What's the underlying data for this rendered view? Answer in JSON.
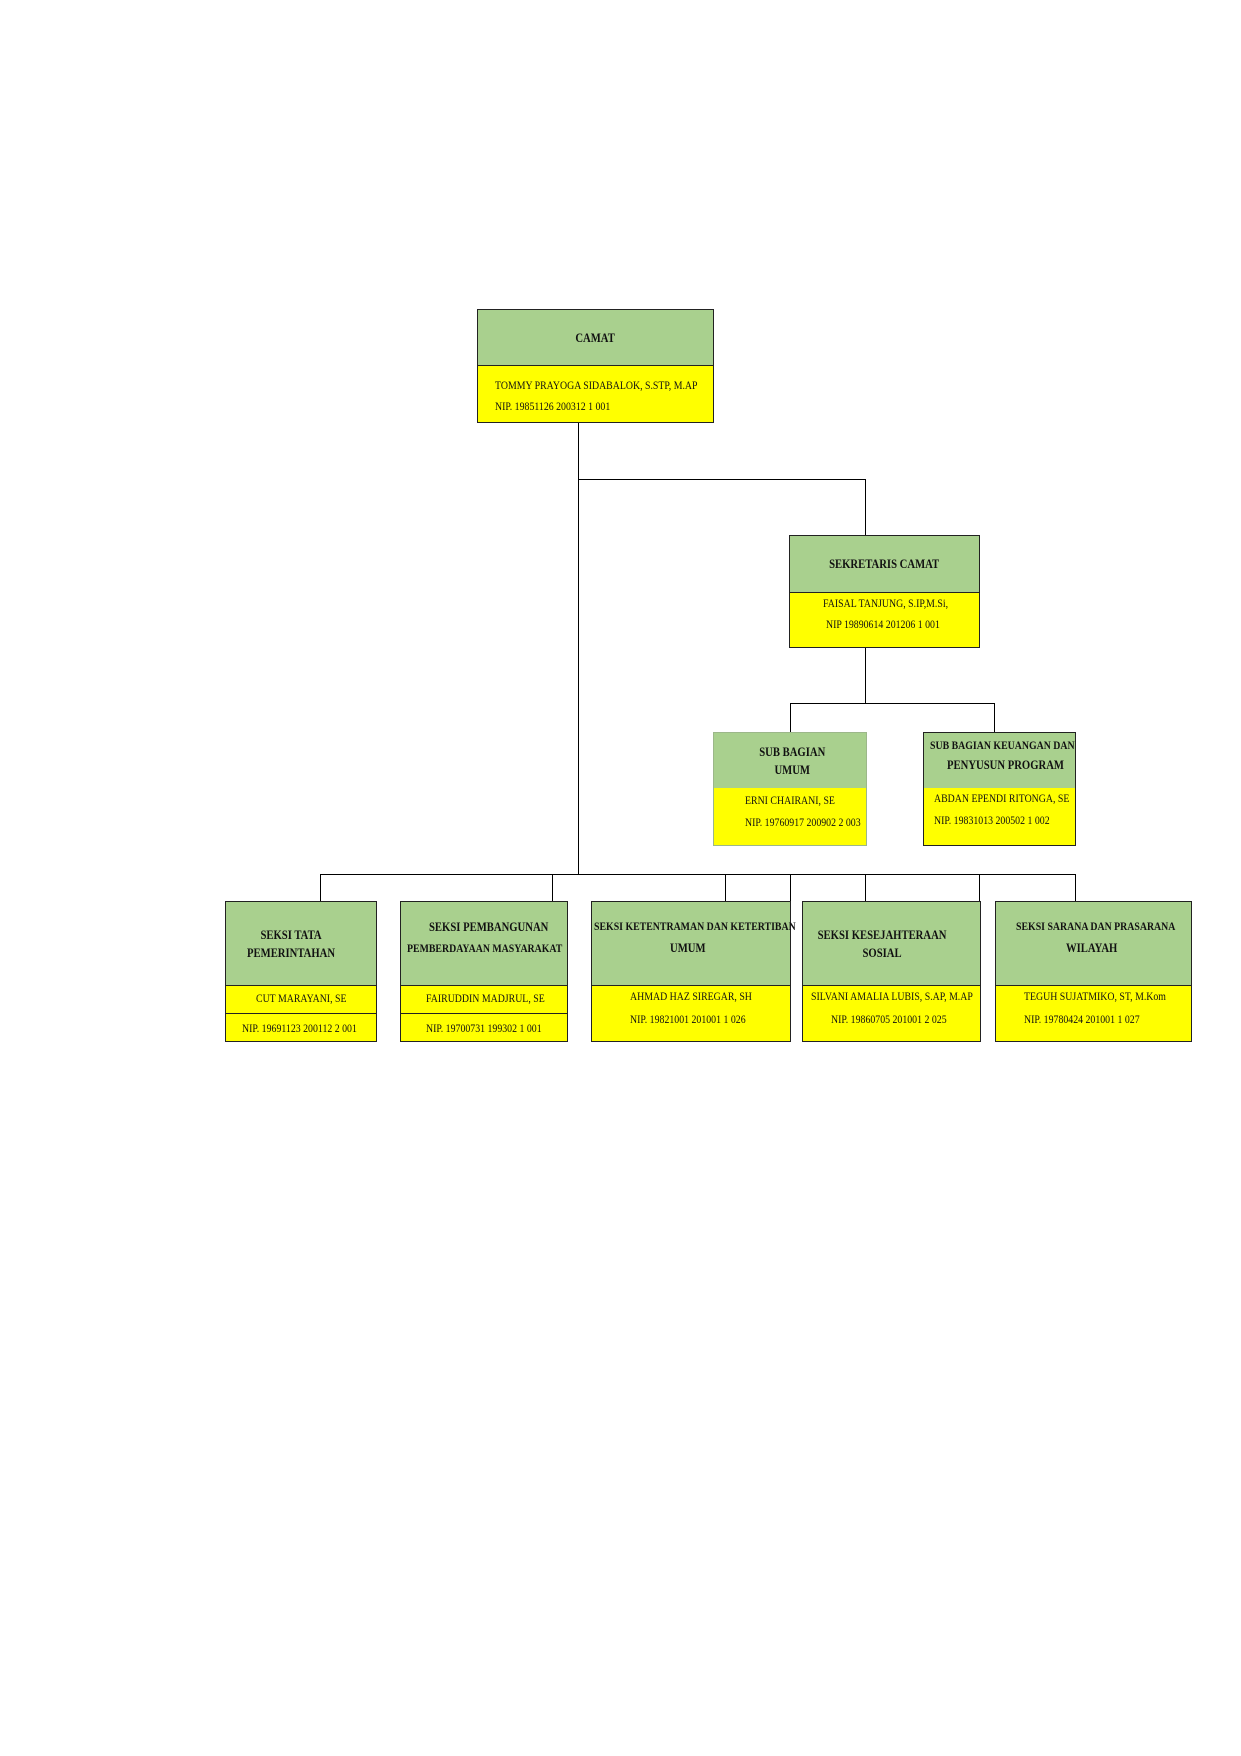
{
  "camat": {
    "title": "CAMAT",
    "name": "TOMMY PRAYOGA SIDABALOK, S.STP, M.AP",
    "nip": "NIP. 19851126 200312 1 001"
  },
  "sekretaris": {
    "title": "SEKRETARIS CAMAT",
    "name": "FAISAL TANJUNG, S.IP,M.Si,",
    "nip": "NIP 19890614 201206 1 001"
  },
  "sub_umum": {
    "title": "SUB BAGIAN UMUM",
    "name": "ERNI CHAIRANI, SE",
    "nip": "NIP. 19760917 200902 2 003"
  },
  "sub_keuangan": {
    "title_line1": "SUB BAGIAN KEUANGAN DAN",
    "title_line2": "PENYUSUN PROGRAM",
    "name": "ABDAN EPENDI RITONGA, SE",
    "nip": "NIP. 19831013 200502 1 002"
  },
  "seksi_pemerintahan": {
    "title": "SEKSI TATA PEMERINTAHAN",
    "name": "CUT MARAYANI,  SE",
    "nip": "NIP. 19691123  200112  2  001"
  },
  "seksi_pembangunan": {
    "title_line1": "SEKSI PEMBANGUNAN",
    "title_line2": "PEMBERDAYAAN MASYARAKAT",
    "name": "FAIRUDDIN MADJRUL,  SE",
    "nip": "NIP.  19700731  199302  1  001"
  },
  "seksi_ketentraman": {
    "title_line1": "SEKSI KETENTRAMAN DAN KETERTIBAN",
    "title_line2": "UMUM",
    "name": "AHMAD HAZ SIREGAR, SH",
    "nip": "NIP. 19821001  201001  1  026"
  },
  "seksi_kesejahteraan": {
    "title": "SEKSI  KESEJAHTERAAN  SOSIAL",
    "name": "SILVANI AMALIA LUBIS, S.AP, M.AP",
    "nip": "NIP. 19860705  201001  2  025"
  },
  "seksi_sarana": {
    "title_line1": "SEKSI SARANA DAN PRASARANA",
    "title_line2": "WILAYAH",
    "name": "TEGUH SUJATMIKO, ST, M.Kom",
    "nip": "NIP. 19780424  201001  1  027"
  }
}
